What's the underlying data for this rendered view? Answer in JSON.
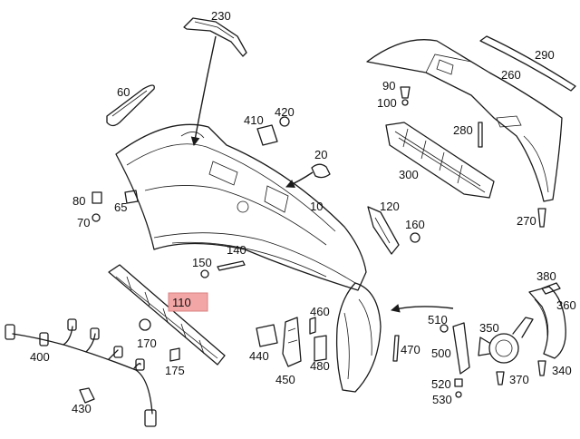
{
  "colors": {
    "line": "#1a1a1a",
    "highlight": "#f2a6a6",
    "background": "#ffffff"
  },
  "callouts": {
    "c10": "10",
    "c20": "20",
    "c60": "60",
    "c65": "65",
    "c70": "70",
    "c80": "80",
    "c90": "90",
    "c100": "100",
    "c110": "110",
    "c120": "120",
    "c140": "140",
    "c150": "150",
    "c160": "160",
    "c170": "170",
    "c175": "175",
    "c230": "230",
    "c260": "260",
    "c270": "270",
    "c280": "280",
    "c290": "290",
    "c300": "300",
    "c340": "340",
    "c350": "350",
    "c360": "360",
    "c370": "370",
    "c380": "380",
    "c400": "400",
    "c410": "410",
    "c420": "420",
    "c430": "430",
    "c440": "440",
    "c450": "450",
    "c460": "460",
    "c470": "470",
    "c480": "480",
    "c500": "500",
    "c510": "510",
    "c520": "520",
    "c530": "530"
  },
  "highlighted_callout": "110"
}
